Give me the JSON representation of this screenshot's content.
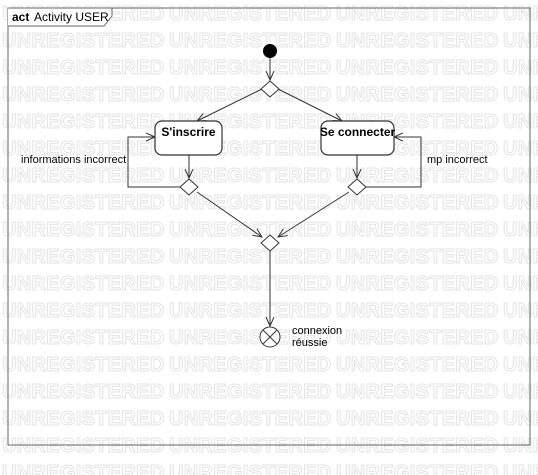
{
  "frame": {
    "keyword": "act",
    "name": "Activity USER"
  },
  "watermark": {
    "text": "UNREGISTERED"
  },
  "nodes": {
    "inscrire": {
      "label": "S'inscrire"
    },
    "connecter": {
      "label": "Se connecter"
    }
  },
  "guards": {
    "left": "informations incorrect",
    "right": "mp incorrect"
  },
  "final": {
    "label_line1": "connexion",
    "label_line2": "réussie"
  },
  "colors": {
    "node_fill": "#ffffff",
    "stroke": "#333333",
    "watermark": "#e3e3e3"
  }
}
